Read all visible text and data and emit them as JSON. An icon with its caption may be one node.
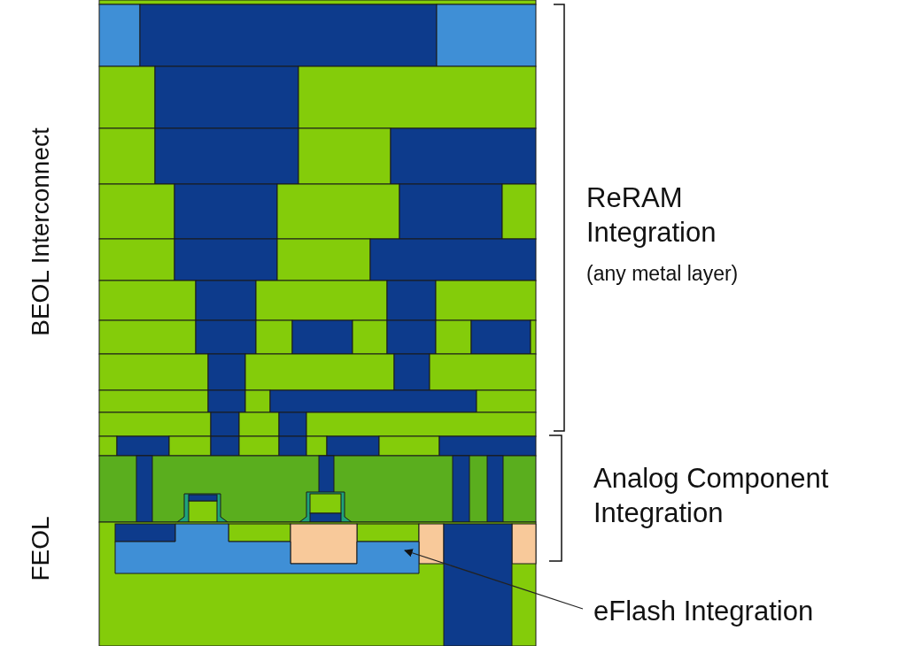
{
  "diagram": {
    "nodes": [
      {
        "text": [
          "eFlash Integration"
        ]
      },
      {
        "text": [],
        "shape": "box"
      }
    ],
    "edges": [
      {
        "from": 0,
        "to": 1,
        "arrow": "to"
      }
    ],
    "labels": [
      "BEOL Interconnect",
      "ReRAM Integration",
      "(any metal layer)",
      "Analog Component Integration",
      "FEOL"
    ]
  }
}
